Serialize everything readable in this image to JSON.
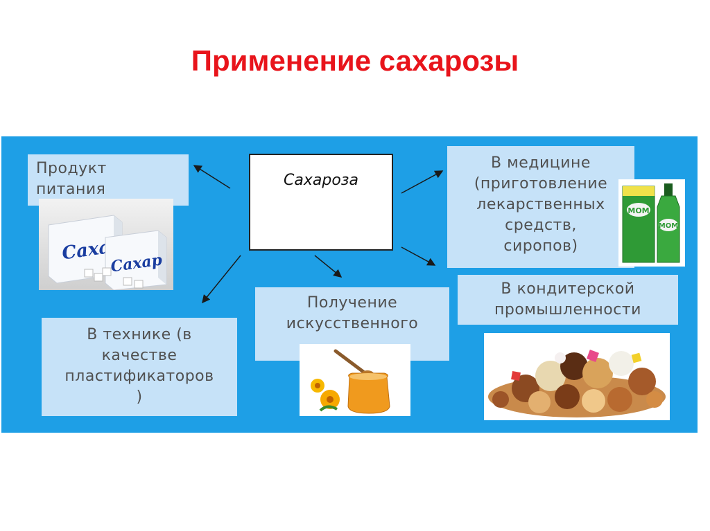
{
  "slide": {
    "title": "Применение сахарозы",
    "title_color": "#e8141b",
    "panel_color": "#1e9fe6",
    "box_color": "#c6e2f8"
  },
  "center": {
    "label": "Сахароза"
  },
  "nodes": {
    "food": {
      "lines": [
        "Продукт",
        "питания"
      ]
    },
    "medicine": {
      "lines": [
        "В медицине",
        "(приготовление",
        "лекарственных",
        "средств,",
        "сиропов)"
      ]
    },
    "technics": {
      "lines": [
        "В технике (в",
        "качестве",
        "пластификаторов",
        ")"
      ]
    },
    "artificial": {
      "lines": [
        "Получение",
        "искусственного"
      ]
    },
    "confectionery": {
      "lines": [
        "В кондитерской",
        "промышленности"
      ]
    }
  },
  "images": {
    "sugar_boxes": {
      "brand": "Сахар",
      "icon": "sugar-box-icon"
    },
    "syrup_bottles": {
      "brand": "МОМ",
      "icon": "syrup-bottle-icon"
    },
    "honey": {
      "icon": "honey-jar-icon"
    },
    "sweets": {
      "icon": "sweets-pile-icon"
    }
  }
}
